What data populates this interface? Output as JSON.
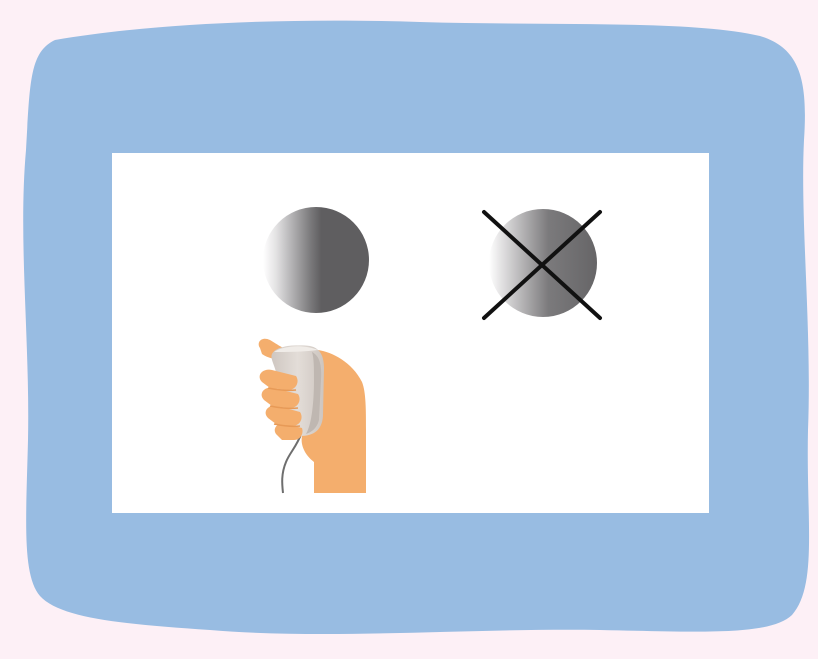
{
  "colors": {
    "page_background": "#FDF0F6",
    "frame_blob": "#98BCE2",
    "panel": "#FFFFFF",
    "sphere_dark": "#5F5E60",
    "sphere_light": "#FFFFFF",
    "cross_stroke": "#111111",
    "skin": "#F4AE6D",
    "skin_shadow": "#E79A57",
    "device": "#DDD6D1",
    "device_shadow": "#BFB7B1",
    "cable": "#6E6E6E"
  },
  "items": [
    {
      "id": "correct-sphere",
      "icon": "gradient-sphere",
      "status": "correct"
    },
    {
      "id": "incorrect-sphere",
      "icon": "gradient-sphere-crossed",
      "status": "incorrect"
    },
    {
      "id": "hand-device",
      "icon": "hand-holding-device"
    }
  ]
}
